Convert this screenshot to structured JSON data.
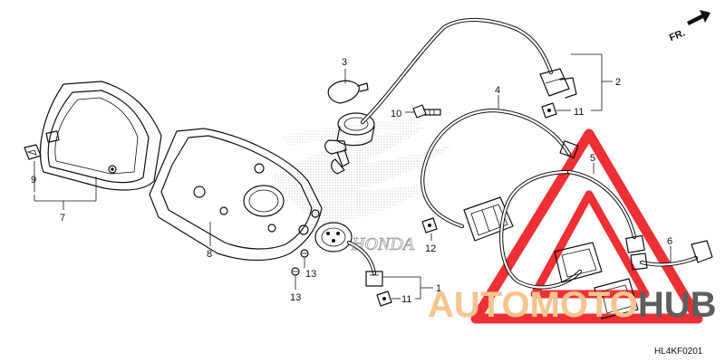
{
  "callouts": [
    {
      "id": "c1",
      "label": "1"
    },
    {
      "id": "c2",
      "label": "2"
    },
    {
      "id": "c3",
      "label": "3"
    },
    {
      "id": "c4",
      "label": "4"
    },
    {
      "id": "c5",
      "label": "5"
    },
    {
      "id": "c6",
      "label": "6"
    },
    {
      "id": "c7",
      "label": "7"
    },
    {
      "id": "c8",
      "label": "8"
    },
    {
      "id": "c9",
      "label": "9"
    },
    {
      "id": "c10",
      "label": "10"
    },
    {
      "id": "c11a",
      "label": "11"
    },
    {
      "id": "c11b",
      "label": "11"
    },
    {
      "id": "c12",
      "label": "12"
    },
    {
      "id": "c13a",
      "label": "13"
    },
    {
      "id": "c13b",
      "label": "13"
    }
  ],
  "direction_label": "FR.",
  "diagram_code": "HL4KF0201",
  "watermark": {
    "text_part1": "AUTOMOTO",
    "text_part2": "HUB",
    "color_part1": "#f6c48e",
    "color_part2": "#5e5e5e",
    "logo_color": "#ee2f33"
  },
  "background_logo_text": "HONDA"
}
